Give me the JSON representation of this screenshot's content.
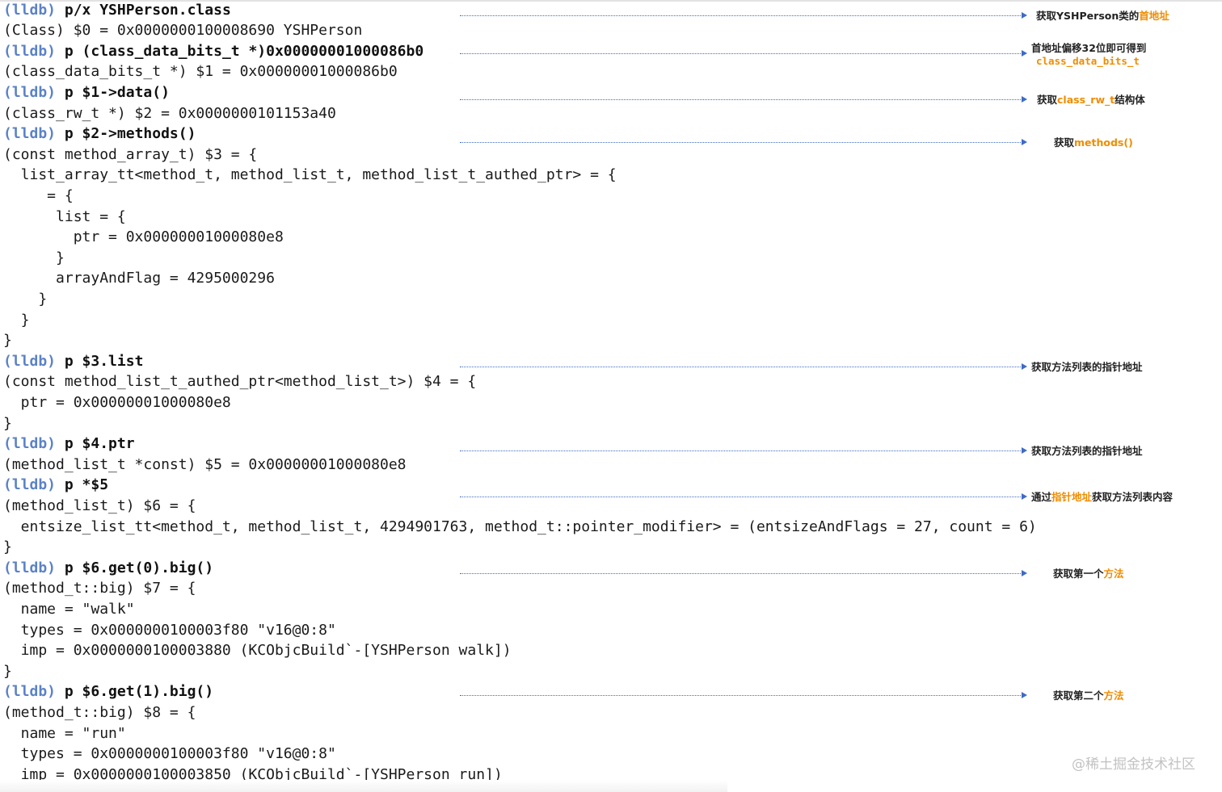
{
  "prompt": "(lldb)",
  "commands": [
    "p/x YSHPerson.class",
    "p (class_data_bits_t *)0x00000001000086b0",
    "p $1->data()",
    "p $2->methods()",
    "p $3.list",
    "p $4.ptr",
    "p *$5",
    "p $6.get(0).big()",
    "p $6.get(1).big()"
  ],
  "output": [
    "(Class) $0 = 0x0000000100008690 YSHPerson",
    "(class_data_bits_t *) $1 = 0x00000001000086b0",
    "(class_rw_t *) $2 = 0x0000000101153a40",
    "(const method_array_t) $3 = {",
    "  list_array_tt<method_t, method_list_t, method_list_t_authed_ptr> = {",
    "     = {",
    "      list = {",
    "        ptr = 0x00000001000080e8",
    "      }",
    "      arrayAndFlag = 4295000296",
    "    }",
    "  }",
    "}",
    "(const method_list_t_authed_ptr<method_list_t>) $4 = {",
    "  ptr = 0x00000001000080e8",
    "}",
    "(method_list_t *const) $5 = 0x00000001000080e8",
    "(method_list_t) $6 = {",
    "  entsize_list_tt<method_t, method_list_t, 4294901763, method_t::pointer_modifier> = (entsizeAndFlags = 27, count = 6)",
    "}",
    "(method_t::big) $7 = {",
    "  name = \"walk\"",
    "  types = 0x0000000100003f80 \"v16@0:8\"",
    "  imp = 0x0000000100003880 (KCObjcBuild`-[YSHPerson walk])",
    "}",
    "(method_t::big) $8 = {",
    "  name = \"run\"",
    "  types = 0x0000000100003f80 \"v16@0:8\"",
    "  imp = 0x0000000100003850 (KCObjcBuild`-[YSHPerson run])"
  ],
  "notes": {
    "n1": {
      "a": "获取YSHPerson类的",
      "b": "首地址"
    },
    "n2": {
      "a": "首地址偏移32位即可得到",
      "b": "class_data_bits_t"
    },
    "n3": {
      "a": "获取",
      "b": "class_rw_t",
      "c": "结构体"
    },
    "n4": {
      "a": "获取",
      "b": "methods()"
    },
    "n5": {
      "a": "获取方法列表的指针地址"
    },
    "n6": {
      "a": "获取方法列表的指针地址"
    },
    "n7": {
      "a": "通过",
      "b": "指针地址",
      "c": "获取方法列表内容"
    },
    "n8": {
      "a": "获取第一个",
      "b": "方法"
    },
    "n9": {
      "a": "获取第二个",
      "b": "方法"
    }
  },
  "watermark": "@稀土掘金技术社区",
  "colors": {
    "prompt": "#5b82c8",
    "highlight": "#f08c00",
    "arrow": "#3f6bc4"
  }
}
